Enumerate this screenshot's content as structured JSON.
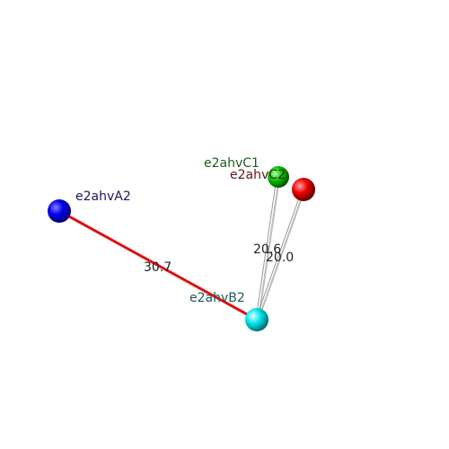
{
  "nodes": [
    {
      "id": "A2",
      "label": "e2ahvA2",
      "color": "#0000ee",
      "label_color": "#1a1a5a"
    },
    {
      "id": "B2",
      "label": "e2ahvB2",
      "color": "#00e5ee",
      "label_color": "#1a5a5a"
    },
    {
      "id": "C1",
      "label": "e2ahvC1",
      "color": "#00cc00",
      "label_color": "#1f5a1f"
    },
    {
      "id": "C2",
      "label": "e2ahvC2",
      "color": "#ee0000",
      "label_color": "#5a1a1a"
    }
  ],
  "edges": [
    {
      "from": "A2",
      "to": "B2",
      "distance": "30.7",
      "color": "#dd1111"
    },
    {
      "from": "C1",
      "to": "B2",
      "distance": "20.6",
      "color": "#bbbbbb"
    },
    {
      "from": "C2",
      "to": "B2",
      "distance": "20.0",
      "color": "#bbbbbb"
    }
  ]
}
